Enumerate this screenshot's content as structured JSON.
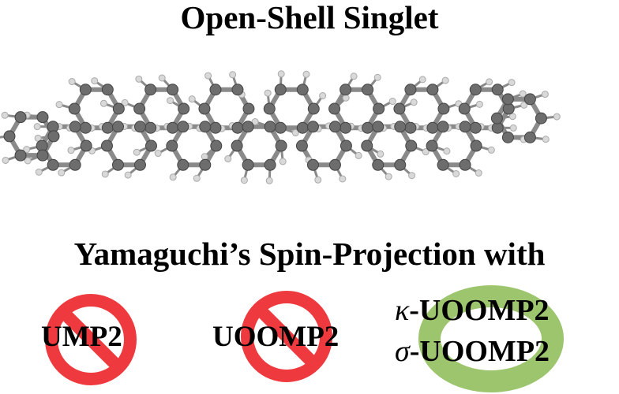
{
  "title": "Open-Shell Singlet",
  "subtitle": "Yamaguchi’s Spin-Projection with",
  "methods": [
    {
      "label": "UMP2",
      "status": "rejected"
    },
    {
      "label": "UOOMP2",
      "status": "rejected"
    }
  ],
  "recommended": [
    {
      "symbol": "κ",
      "suffix": "-UOOMP2"
    },
    {
      "symbol": "σ",
      "suffix": "-UOOMP2"
    }
  ],
  "colors": {
    "prohibition": "#ee3a3e",
    "approved": "#9cc56e",
    "carbon": "#6d6d6d",
    "hydrogen": "#d9d9d9",
    "bond": "#8a8a8a"
  }
}
